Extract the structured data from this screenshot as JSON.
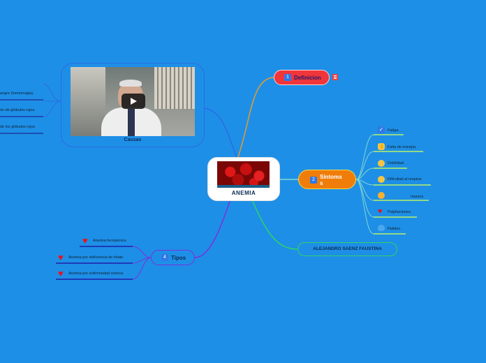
{
  "central": {
    "title": "ANEMIA"
  },
  "definicion": {
    "badge": "1",
    "label": "Definicion",
    "note_icon": "notes-icon"
  },
  "sintomas": {
    "badge": "2",
    "label_line1": "Sintoma",
    "label_line2": "s",
    "items": [
      {
        "icon": "check-icon",
        "text": "Fatiga."
      },
      {
        "icon": "thumbs-up-icon",
        "text": "Falta de energía."
      },
      {
        "icon": "dizzy-face-icon",
        "text": "Debilidad."
      },
      {
        "icon": "sweat-face-icon",
        "text": "Dificultad al respirar."
      },
      {
        "icon": "tired-face-icon",
        "text": "mareos"
      },
      {
        "icon": "heart-icon",
        "text": "Palpitaciones."
      },
      {
        "icon": "bird-icon",
        "text": "Palidez."
      }
    ]
  },
  "author": {
    "label": "ALEJANDRO SAENZ FAUSTINA"
  },
  "tipos": {
    "badge": "4",
    "label": "Tipos",
    "items": [
      {
        "icon": "heart-icon",
        "text": "Anemia ferropénica"
      },
      {
        "icon": "heart-icon",
        "text": "Anemia por deficiencia de folato"
      },
      {
        "icon": "heart-icon",
        "text": "Anemia por enfermedad crónica"
      }
    ]
  },
  "causas": {
    "label": "Causas",
    "video_icon": "play-icon",
    "items": [
      {
        "text": "angre (hemorragia)."
      },
      {
        "text": "ón de glóbulos rojos."
      },
      {
        "text": "de los glóbulos rojos"
      }
    ]
  },
  "colors": {
    "background": "#1e8fe6",
    "definicion": "#f0353b",
    "sintomas": "#f07d0a",
    "tipos": "#7b30e0",
    "author": "#2bd46a",
    "causas": "#2b6ce8",
    "sintomas_branch": "#7fd8d0"
  }
}
